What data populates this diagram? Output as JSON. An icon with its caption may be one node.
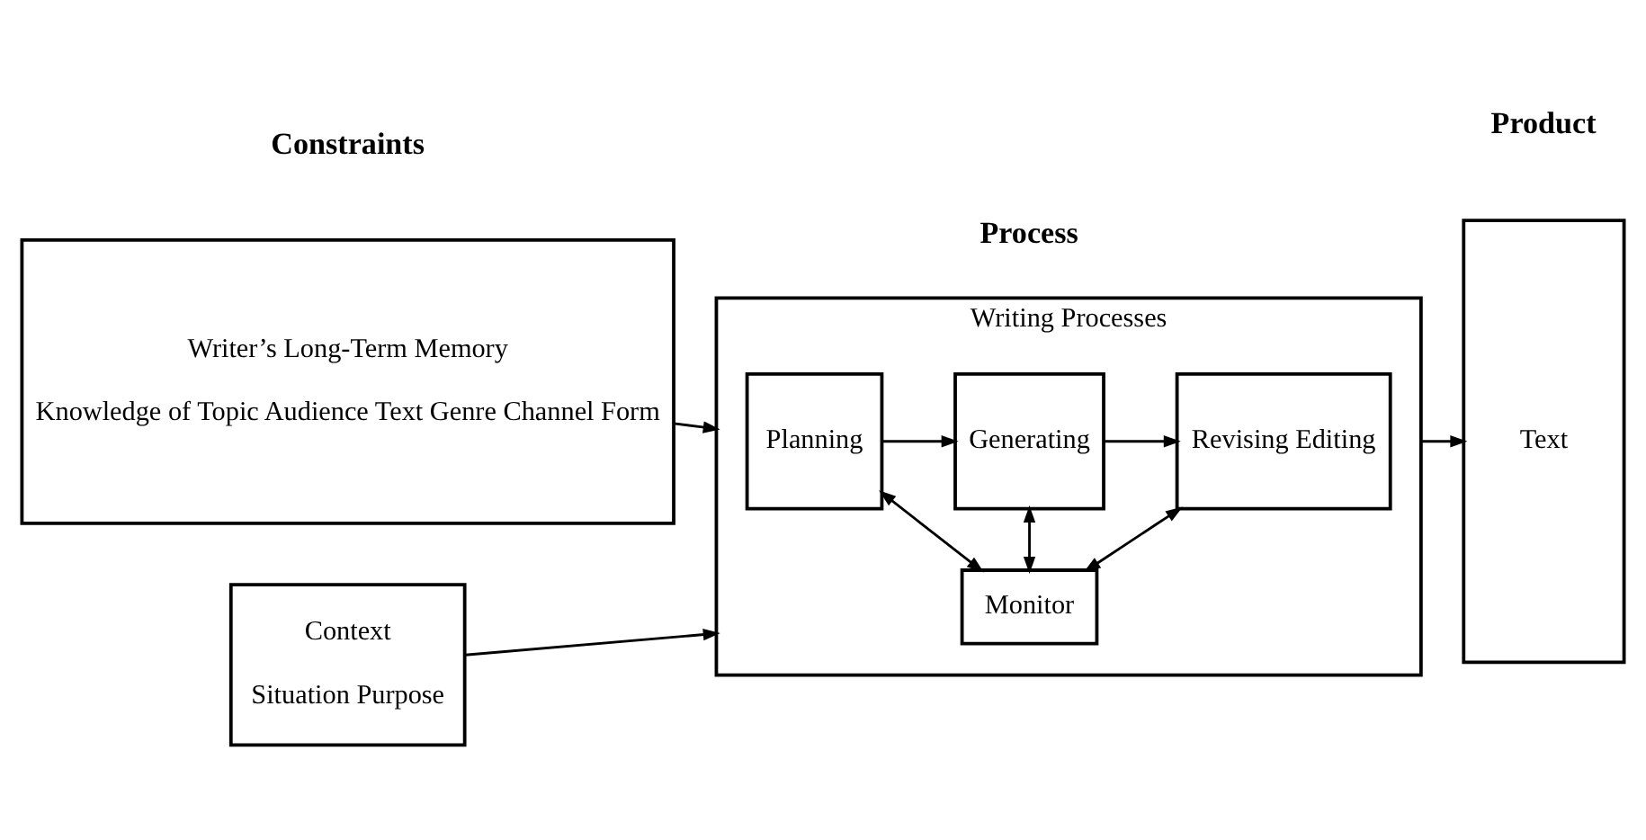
{
  "diagram": {
    "nodes": [
      {
        "text": [
          "Writer’s Long-Term Memory",
          "Knowledge of Topic Audience Text Genre Channel Form"
        ]
      },
      {
        "text": [
          "Context",
          "Situation Purpose"
        ]
      },
      {
        "text": [
          "Writing Processes"
        ]
      },
      {
        "text": [
          "Planning"
        ],
        "in": 2
      },
      {
        "text": [
          "Generating"
        ],
        "in": 2
      },
      {
        "text": [
          "Revising Editing"
        ],
        "in": 2
      },
      {
        "text": [
          "Monitor"
        ],
        "in": 2
      },
      {
        "text": [
          "Text"
        ]
      }
    ],
    "edges": [
      {
        "from": 0,
        "to": 2,
        "arrow": "to"
      },
      {
        "from": 1,
        "to": 2,
        "arrow": "to"
      },
      {
        "from": 3,
        "to": 4,
        "arrow": "to"
      },
      {
        "from": 4,
        "to": 5,
        "arrow": "to"
      },
      {
        "from": 3,
        "to": 6,
        "arrow": "both"
      },
      {
        "from": 4,
        "to": 6,
        "arrow": "both"
      },
      {
        "from": 5,
        "to": 6,
        "arrow": "both"
      },
      {
        "from": 2,
        "to": 7,
        "arrow": "to"
      }
    ],
    "labels": [
      "Constraints",
      "Process",
      "Product"
    ]
  }
}
